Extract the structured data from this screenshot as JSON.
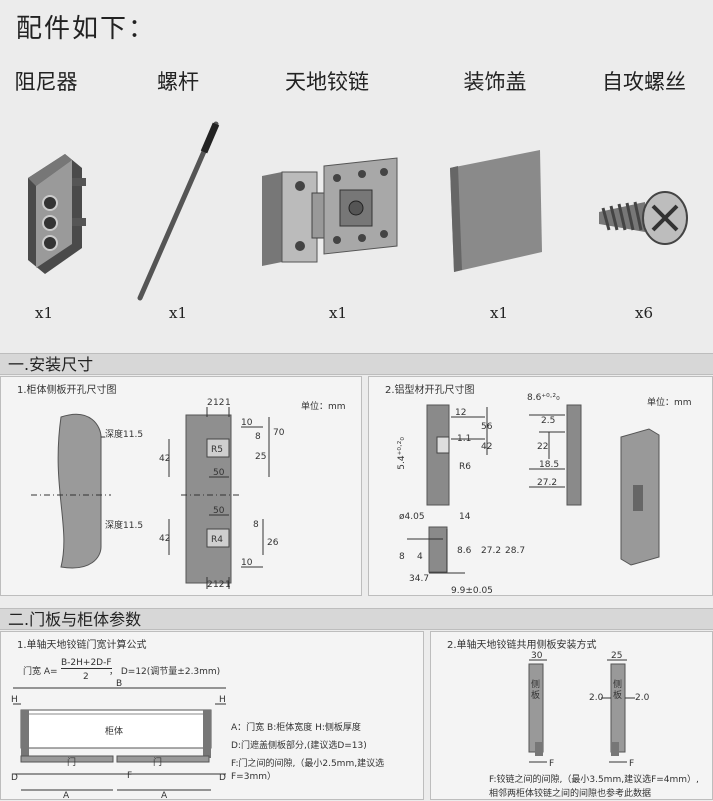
{
  "header": {
    "title": "配件如下："
  },
  "parts": [
    {
      "name": "阻尼器",
      "qty": "x1",
      "icon": "damper-icon"
    },
    {
      "name": "螺杆",
      "qty": "x1",
      "icon": "screw-rod-icon"
    },
    {
      "name": "天地铰链",
      "qty": "x1",
      "icon": "pivot-hinge-icon"
    },
    {
      "name": "装饰盖",
      "qty": "x1",
      "icon": "decorative-cover-icon"
    },
    {
      "name": "自攻螺丝",
      "qty": "x6",
      "icon": "self-tapping-screw-icon"
    }
  ],
  "section1": {
    "heading": "一.安装尺寸",
    "panel1": {
      "title": "1.柜体侧板开孔尺寸图",
      "unit": "单位：mm",
      "depth_top": "深度11.5",
      "depth_bottom": "深度11.5",
      "dims": [
        "2",
        "12",
        "1",
        "10",
        "8",
        "70",
        "42",
        "R5",
        "25",
        "50",
        "50",
        "8",
        "26",
        "42",
        "R4",
        "10",
        "2",
        "12",
        "1"
      ]
    },
    "panel2": {
      "title": "2.铝型材开孔尺寸图",
      "unit": "单位：mm",
      "dims_a": [
        "12",
        "56",
        "1.1",
        "42",
        "R6"
      ],
      "dim_left": "5.4⁺⁰·²₀",
      "dims_b": [
        "8.6⁺⁰·²₀",
        "2.5",
        "22",
        "18.5",
        "27.2"
      ],
      "dims_c": [
        "ø4.05",
        "14",
        "8",
        "4",
        "34.7",
        "8.6",
        "27.2",
        "28.7",
        "9.9±0.05"
      ]
    }
  },
  "section2": {
    "heading": "二.门板与柜体参数",
    "panel1": {
      "title": "1.单轴天地铰链门宽计算公式",
      "formula_label": "门宽 A=",
      "formula_num": "B-2H+2D-F",
      "formula_den": "2",
      "formula_note": "， D=12(调节量±2.3mm)",
      "cabinet_label": "柜体",
      "door_label": "门",
      "letters": {
        "B": "B",
        "H": "H",
        "D": "D",
        "F": "F",
        "A": "A"
      },
      "legend": [
        "A：门宽    B:柜体宽度    H:侧板厚度",
        "D:门遮盖侧板部分,(建议选D=13)",
        "F:门之间的间隙,（最小2.5mm,建议选F=3mm）"
      ]
    },
    "panel2": {
      "title": "2.单轴天地铰链共用侧板安装方式",
      "left_dim": "30",
      "right_dim": "25",
      "side_dim_l": "2.0",
      "side_dim_r": "2.0",
      "side_label": "侧板",
      "f_label": "F",
      "notes": [
        "F:铰链之间的间隙,（最小3.5mm,建议选F=4mm）,",
        "相邻两柜体铰链之间的间隙也参考此数据"
      ]
    }
  }
}
